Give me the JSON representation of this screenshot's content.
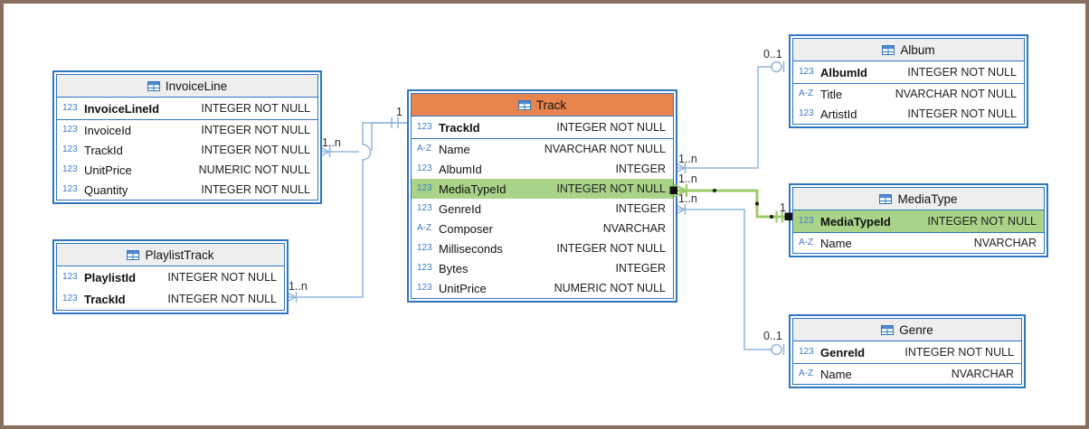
{
  "diagram": {
    "tables": [
      {
        "name": "InvoiceLine",
        "accent": "gray",
        "columns": [
          {
            "icon": "123",
            "name": "InvoiceLineId",
            "type": "INTEGER NOT NULL",
            "pk": true
          },
          {
            "icon": "123",
            "name": "InvoiceId",
            "type": "INTEGER NOT NULL"
          },
          {
            "icon": "123",
            "name": "TrackId",
            "type": "INTEGER NOT NULL"
          },
          {
            "icon": "123",
            "name": "UnitPrice",
            "type": "NUMERIC NOT NULL"
          },
          {
            "icon": "123",
            "name": "Quantity",
            "type": "INTEGER NOT NULL"
          }
        ]
      },
      {
        "name": "PlaylistTrack",
        "accent": "gray",
        "columns": [
          {
            "icon": "123",
            "name": "PlaylistId",
            "type": "INTEGER NOT NULL",
            "pk": true
          },
          {
            "icon": "123",
            "name": "TrackId",
            "type": "INTEGER NOT NULL",
            "pk": true
          }
        ]
      },
      {
        "name": "Track",
        "accent": "orange",
        "columns": [
          {
            "icon": "123",
            "name": "TrackId",
            "type": "INTEGER NOT NULL",
            "pk": true
          },
          {
            "icon": "A-Z",
            "name": "Name",
            "type": "NVARCHAR NOT NULL"
          },
          {
            "icon": "123",
            "name": "AlbumId",
            "type": "INTEGER"
          },
          {
            "icon": "123",
            "name": "MediaTypeId",
            "type": "INTEGER NOT NULL",
            "highlighted": true
          },
          {
            "icon": "123",
            "name": "GenreId",
            "type": "INTEGER"
          },
          {
            "icon": "A-Z",
            "name": "Composer",
            "type": "NVARCHAR"
          },
          {
            "icon": "123",
            "name": "Milliseconds",
            "type": "INTEGER NOT NULL"
          },
          {
            "icon": "123",
            "name": "Bytes",
            "type": "INTEGER"
          },
          {
            "icon": "123",
            "name": "UnitPrice",
            "type": "NUMERIC NOT NULL"
          }
        ]
      },
      {
        "name": "Album",
        "accent": "gray",
        "columns": [
          {
            "icon": "123",
            "name": "AlbumId",
            "type": "INTEGER NOT NULL",
            "pk": true
          },
          {
            "icon": "A-Z",
            "name": "Title",
            "type": "NVARCHAR NOT NULL"
          },
          {
            "icon": "123",
            "name": "ArtistId",
            "type": "INTEGER NOT NULL"
          }
        ]
      },
      {
        "name": "MediaType",
        "accent": "gray",
        "columns": [
          {
            "icon": "123",
            "name": "MediaTypeId",
            "type": "INTEGER NOT NULL",
            "pk": true,
            "highlighted": true
          },
          {
            "icon": "A-Z",
            "name": "Name",
            "type": "NVARCHAR"
          }
        ]
      },
      {
        "name": "Genre",
        "accent": "gray",
        "columns": [
          {
            "icon": "123",
            "name": "GenreId",
            "type": "INTEGER NOT NULL",
            "pk": true
          },
          {
            "icon": "A-Z",
            "name": "Name",
            "type": "NVARCHAR"
          }
        ]
      }
    ],
    "relationships": [
      {
        "name": "invoiceline-track",
        "many_label": "1..n",
        "one_label": "1"
      },
      {
        "name": "playlisttrack-track",
        "many_label": "1..n",
        "one_label": ""
      },
      {
        "name": "track-album",
        "many_label": "1..n",
        "one_label": "0..1"
      },
      {
        "name": "track-mediatype",
        "many_label": "1..n",
        "one_label": "1",
        "selected": true
      },
      {
        "name": "track-genre",
        "many_label": "1..n",
        "one_label": "0..1"
      }
    ]
  },
  "colors": {
    "table_border_blue": "#2E75C2",
    "relationship_line_blue": "#8FB5DD",
    "selected_relationship_green": "#9CCB6B",
    "selected_row_green": "#A9D388",
    "track_header_orange": "#E8854E",
    "header_gray": "#EEEEEE",
    "frame_brown": "#8A6E60"
  }
}
